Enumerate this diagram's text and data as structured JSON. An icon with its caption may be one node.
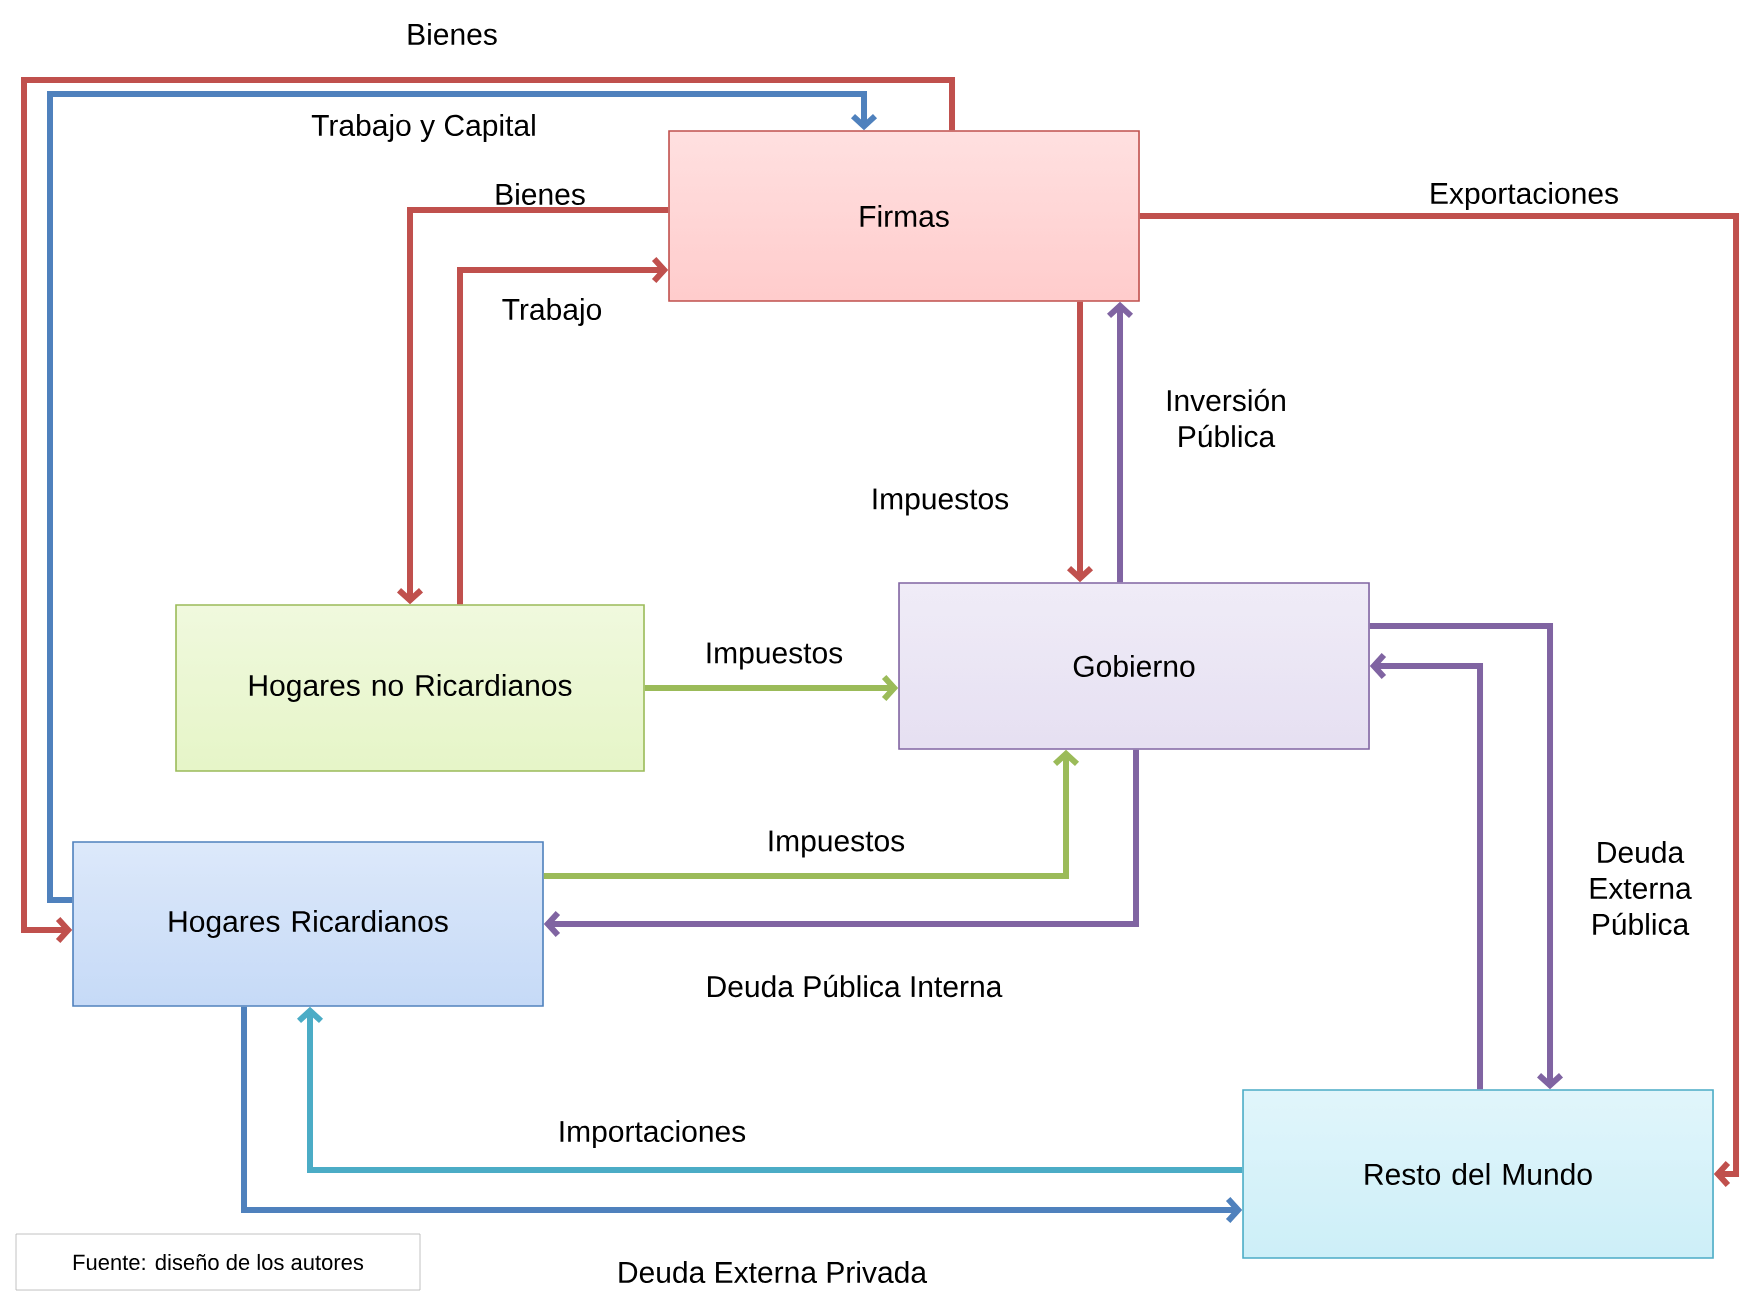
{
  "diagram": {
    "nodes": [
      {
        "text": [
          "Firmas"
        ]
      },
      {
        "text": [
          "Hogares no Ricardianos"
        ]
      },
      {
        "text": [
          "Gobierno"
        ]
      },
      {
        "text": [
          "Hogares Ricardianos"
        ]
      },
      {
        "text": [
          "Resto del Mundo"
        ]
      }
    ],
    "edges": [
      {
        "from": 0,
        "to": 3,
        "arrow": "to",
        "label": "Bienes"
      },
      {
        "from": 3,
        "to": 0,
        "arrow": "to",
        "label": "Trabajo y Capital",
        "color": "#4f81bd"
      },
      {
        "from": 0,
        "to": 1,
        "arrow": "to",
        "label": "Bienes"
      },
      {
        "from": 1,
        "to": 0,
        "arrow": "to",
        "label": "Trabajo"
      },
      {
        "from": 0,
        "to": 4,
        "arrow": "to",
        "label": "Exportaciones"
      },
      {
        "from": 0,
        "to": 2,
        "arrow": "to",
        "label": "Impuestos"
      },
      {
        "from": 2,
        "to": 0,
        "arrow": "to",
        "label": "Inversión Pública",
        "color": "#8064a2"
      },
      {
        "from": 1,
        "to": 2,
        "arrow": "to",
        "label": "Impuestos",
        "color": "#9bbb59"
      },
      {
        "from": 3,
        "to": 2,
        "arrow": "to",
        "label": "Impuestos",
        "color": "#9bbb59"
      },
      {
        "from": 2,
        "to": 3,
        "arrow": "to",
        "label": "Deuda Pública Interna",
        "color": "#8064a2"
      },
      {
        "from": 2,
        "to": 4,
        "arrow": "to",
        "label": "Deuda Externa Pública",
        "color": "#8064a2"
      },
      {
        "from": 4,
        "to": 2,
        "arrow": "to",
        "color": "#8064a2"
      },
      {
        "from": 4,
        "to": 3,
        "arrow": "to",
        "label": "Importaciones",
        "color": "#4bacc6"
      },
      {
        "from": 3,
        "to": 4,
        "arrow": "to",
        "label": "Deuda Externa Privada",
        "color": "#4f81bd"
      }
    ],
    "labels": [
      "Fuente: diseño de los autores"
    ]
  }
}
